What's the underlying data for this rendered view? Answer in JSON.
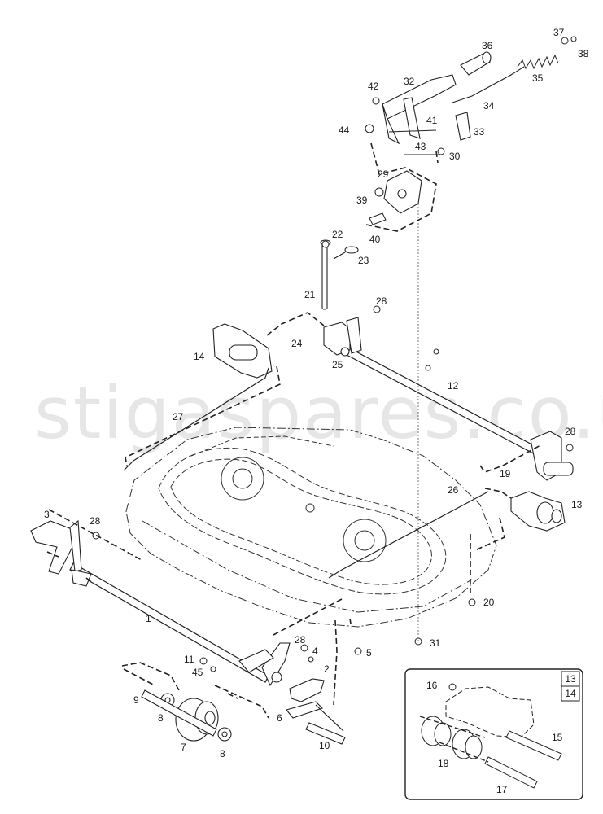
{
  "watermark": "stigaspares.co.uk",
  "callouts": [
    "1",
    "2",
    "3",
    "4",
    "5",
    "6",
    "7",
    "8",
    "8",
    "9",
    "10",
    "11",
    "12",
    "13",
    "14",
    "15",
    "16",
    "17",
    "18",
    "19",
    "20",
    "21",
    "22",
    "23",
    "24",
    "25",
    "26",
    "27",
    "28",
    "28",
    "28",
    "28",
    "29",
    "30",
    "31",
    "32",
    "33",
    "34",
    "35",
    "36",
    "37",
    "38",
    "39",
    "40",
    "41",
    "42",
    "43",
    "44",
    "45"
  ],
  "inset": {
    "refs": [
      "13",
      "14"
    ]
  }
}
